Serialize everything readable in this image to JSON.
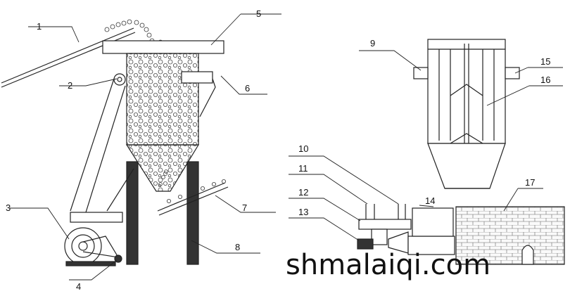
{
  "diagram": {
    "callouts": [
      "1",
      "2",
      "3",
      "4",
      "5",
      "6",
      "7",
      "8",
      "9",
      "10",
      "11",
      "12",
      "13",
      "14",
      "15",
      "16",
      "17"
    ],
    "watermark": "shmalaiqi.com"
  }
}
